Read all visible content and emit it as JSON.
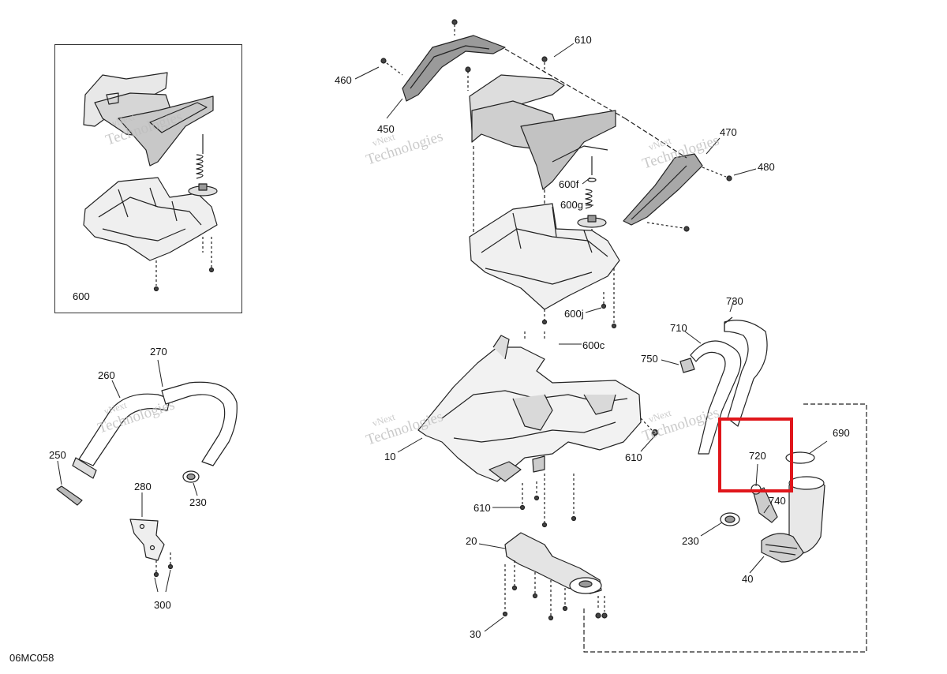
{
  "diagram_code": "06MC058",
  "watermark": {
    "line1": "vNext",
    "line2": "Technologies",
    "full": "vNext Technologies"
  },
  "highlight_color": "#e0161b",
  "callouts": {
    "c600": "600",
    "c610a": "610",
    "c460": "460",
    "c450": "450",
    "c470": "470",
    "c480": "480",
    "c600f": "600f",
    "c600g": "600g",
    "c600j": "600j",
    "c600c": "600c",
    "c730": "730",
    "c710": "710",
    "c750": "750",
    "c270": "270",
    "c260": "260",
    "c250": "250",
    "c280": "280",
    "c230a": "230",
    "c300": "300",
    "c10": "10",
    "c610b": "610",
    "c610c": "610",
    "c690": "690",
    "c720": "720",
    "c740": "740",
    "c230b": "230",
    "c40": "40",
    "c20": "20",
    "c30": "30"
  }
}
